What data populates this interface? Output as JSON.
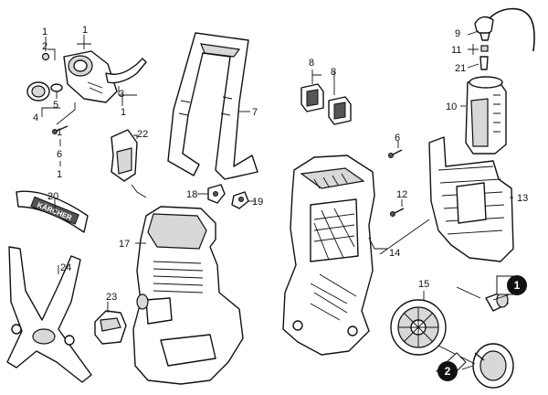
{
  "callouts": {
    "c1a": "1",
    "c2": "2",
    "c1b": "1",
    "c3": "3",
    "c1c": "1",
    "c4": "4",
    "c5": "5",
    "c1d": "1",
    "c6a": "6",
    "c1e": "1",
    "c7": "7",
    "c8a": "8",
    "c8b": "8",
    "c9": "9",
    "c11": "11",
    "c21": "21",
    "c10": "10",
    "c6b": "6",
    "c12": "12",
    "c13": "13",
    "c14": "14",
    "c15": "15",
    "c17": "17",
    "c18": "18",
    "c19": "19",
    "c20": "20",
    "c22": "22",
    "c23": "23",
    "c24": "24"
  },
  "badges": {
    "b1": "1",
    "b2": "2"
  },
  "brand": {
    "panel_text": "KÄRCHER"
  },
  "colors": {
    "line": "#111111",
    "badge_fill": "#111111",
    "shade": "#d8d8d8"
  }
}
